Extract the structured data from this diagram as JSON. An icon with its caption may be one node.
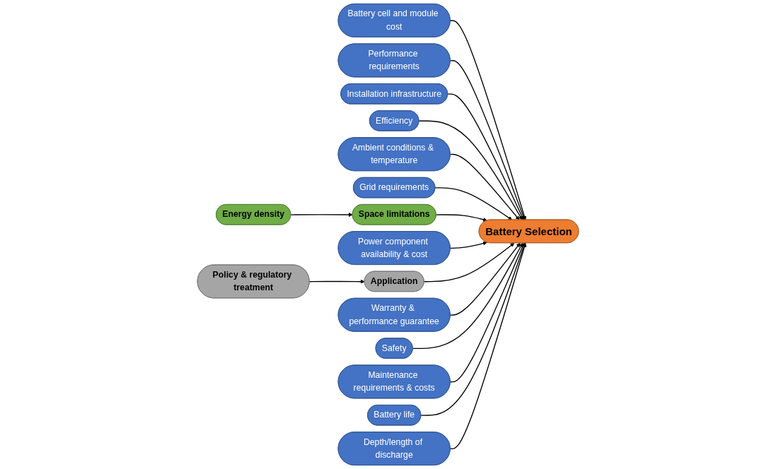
{
  "diagram": {
    "nodes": [
      {
        "text": [
          "Battery cell and module cost"
        ]
      },
      {
        "text": [
          "Performance requirements"
        ]
      },
      {
        "text": [
          "Installation infrastructure"
        ]
      },
      {
        "text": [
          "Efficiency"
        ]
      },
      {
        "text": [
          "Ambient conditions & temperature"
        ]
      },
      {
        "text": [
          "Grid requirements"
        ]
      },
      {
        "text": [
          "Energy density"
        ]
      },
      {
        "text": [
          "Space limitations"
        ]
      },
      {
        "text": [
          "Power component availability & cost"
        ]
      },
      {
        "text": [
          "Battery Selection"
        ]
      },
      {
        "text": [
          "Policy & regulatory treatment"
        ]
      },
      {
        "text": [
          "Application"
        ]
      },
      {
        "text": [
          "Warranty & performance guarantee"
        ]
      },
      {
        "text": [
          "Safety"
        ]
      },
      {
        "text": [
          "Maintenance requirements & costs"
        ]
      },
      {
        "text": [
          "Battery life"
        ]
      },
      {
        "text": [
          "Depth/length of discharge"
        ]
      }
    ],
    "edges": [
      {
        "from": 0,
        "to": 9,
        "arrow": "to"
      },
      {
        "from": 1,
        "to": 9,
        "arrow": "to"
      },
      {
        "from": 2,
        "to": 9,
        "arrow": "to"
      },
      {
        "from": 3,
        "to": 9,
        "arrow": "to"
      },
      {
        "from": 4,
        "to": 9,
        "arrow": "to"
      },
      {
        "from": 5,
        "to": 9,
        "arrow": "to"
      },
      {
        "from": 6,
        "to": 7,
        "arrow": "to"
      },
      {
        "from": 7,
        "to": 9,
        "arrow": "to"
      },
      {
        "from": 8,
        "to": 9,
        "arrow": "to"
      },
      {
        "from": 10,
        "to": 11,
        "arrow": "to"
      },
      {
        "from": 11,
        "to": 9,
        "arrow": "to"
      },
      {
        "from": 12,
        "to": 9,
        "arrow": "to"
      },
      {
        "from": 13,
        "to": 9,
        "arrow": "to"
      },
      {
        "from": 14,
        "to": 9,
        "arrow": "to"
      },
      {
        "from": 15,
        "to": 9,
        "arrow": "to"
      },
      {
        "from": 16,
        "to": 9,
        "arrow": "to"
      }
    ]
  }
}
